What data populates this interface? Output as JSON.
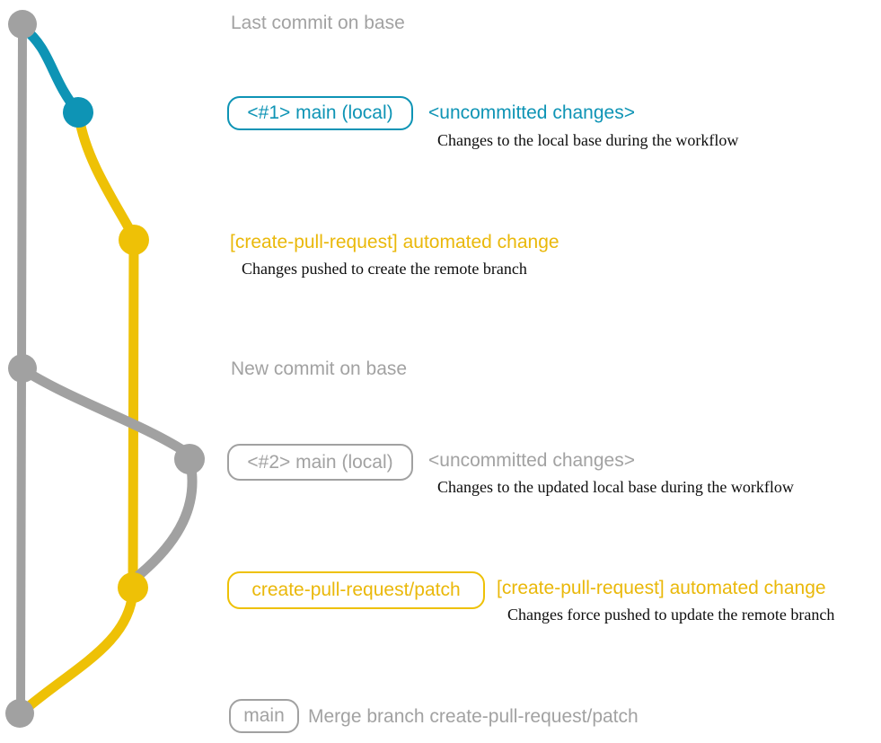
{
  "colors": {
    "teal": "#0e94b5",
    "yellow": "#eec106",
    "yellow-text": "#eab80a",
    "gray": "#a1a1a1",
    "gray-text": "#a2a2a2",
    "dark": "#0d0d0d"
  },
  "graph": {
    "edges": [
      {
        "id": "patch-branch-line",
        "color": "#eec106"
      },
      {
        "id": "uncommitted-1-curve",
        "color": "#eec106"
      },
      {
        "id": "merge-curve",
        "color": "#eec106"
      },
      {
        "id": "base-branch-line",
        "color": "#a1a1a1"
      },
      {
        "id": "local-branch-1-curve",
        "color": "#0e94b5"
      },
      {
        "id": "base-to-local2-curve",
        "color": "#a1a1a1"
      },
      {
        "id": "local2-to-patch-curve",
        "color": "#a1a1a1"
      }
    ],
    "nodes": [
      {
        "id": "last-commit-on-base",
        "color": "#a1a1a1"
      },
      {
        "id": "main-local-1",
        "color": "#0e94b5"
      },
      {
        "id": "automated-change-1",
        "color": "#eec106"
      },
      {
        "id": "new-commit-on-base",
        "color": "#a1a1a1"
      },
      {
        "id": "main-local-2",
        "color": "#a1a1a1"
      },
      {
        "id": "automated-change-2",
        "color": "#eec106"
      },
      {
        "id": "merge-commit",
        "color": "#a1a1a1"
      }
    ]
  },
  "annotations": {
    "last_commit": {
      "label": "Last commit on base"
    },
    "row1": {
      "badge": "<#1> main (local)",
      "title": "<uncommitted changes>",
      "desc": "Changes to the local base during the workflow"
    },
    "row2": {
      "title": "[create-pull-request] automated change",
      "desc": "Changes pushed to create the remote branch"
    },
    "new_commit": {
      "label": "New commit on base"
    },
    "row3": {
      "badge": "<#2> main (local)",
      "title": "<uncommitted changes>",
      "desc": "Changes to the updated local base during the workflow"
    },
    "row4": {
      "badge": "create-pull-request/patch",
      "title": "[create-pull-request] automated change",
      "desc": "Changes force pushed to update the remote branch"
    },
    "merge": {
      "badge": "main",
      "label": "Merge branch create-pull-request/patch"
    }
  }
}
